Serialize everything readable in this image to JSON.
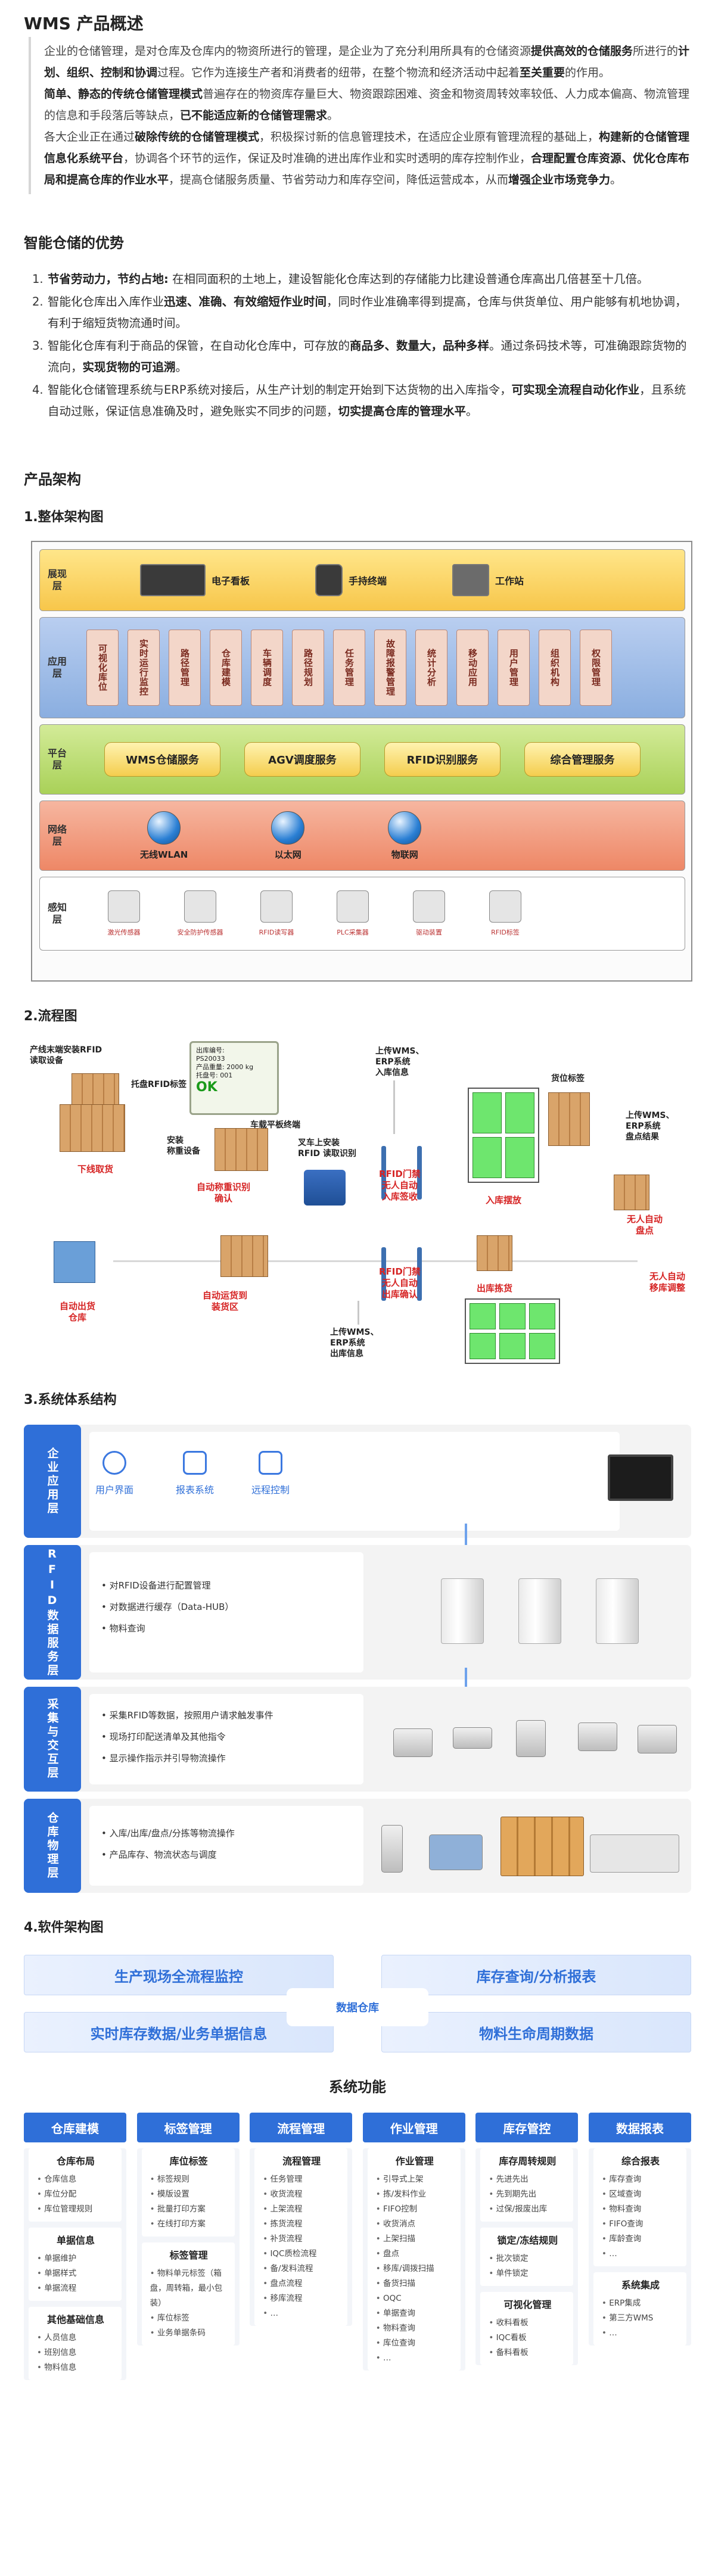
{
  "title": "WMS 产品概述",
  "overview": [
    [
      [
        "企业的仓储管理，是对仓库及仓库内的物资所进行的管理，是企业为了充分利用所具有的仓储资源",
        false
      ],
      [
        "提供高效的仓储服务",
        true
      ],
      [
        "所进行的",
        false
      ],
      [
        "计划、组织、控制和协调",
        true
      ],
      [
        "过程。它作为连接生产者和消费者的纽带，在整个物流和经济活动中起着",
        false
      ],
      [
        "至关重要",
        true
      ],
      [
        "的作用。",
        false
      ]
    ],
    [
      [
        "简单、静态的传统仓储管理模式",
        true
      ],
      [
        "普遍存在的物资库存量巨大、物资跟踪困难、资金和物资周转效率较低、人力成本偏高、物流管理的信息和手段落后等缺点，",
        false
      ],
      [
        "已不能适应新的仓储管理需求",
        true
      ],
      [
        "。",
        false
      ]
    ],
    [
      [
        "各大企业正在通过",
        false
      ],
      [
        "破除传统的仓储管理模式",
        true
      ],
      [
        "，积极探讨新的信息管理技术，在适应企业原有管理流程的基础上，",
        false
      ],
      [
        "构建新的仓储管理信息化系统平台",
        true
      ],
      [
        "，协调各个环节的运作，保证及时准确的进出库作业和实时透明的库存控制作业，",
        false
      ],
      [
        "合理配置仓库资源、优化仓库布局和提高仓库的作业水平",
        true
      ],
      [
        "，提高仓储服务质量、节省劳动力和库存空间，降低运营成本，从而",
        false
      ],
      [
        "增强企业市场竞争力",
        true
      ],
      [
        "。",
        false
      ]
    ]
  ],
  "advantages": {
    "heading": "智能仓储的优势",
    "items": [
      {
        "num": "1.",
        "parts": [
          [
            "节省劳动力，节约占地:",
            true
          ],
          [
            " 在相同面积的土地上，建设智能化仓库达到的存储能力比建设普通仓库高出几倍甚至十几倍。",
            false
          ]
        ]
      },
      {
        "num": "2.",
        "parts": [
          [
            "智能化仓库出入库作业",
            false
          ],
          [
            "迅速、准确、有效缩短作业时间",
            true
          ],
          [
            "，同时作业准确率得到提高，仓库与供货单位、用户能够有机地协调，有利于缩短货物流通时间。",
            false
          ]
        ]
      },
      {
        "num": "3.",
        "parts": [
          [
            "智能化仓库有利于商品的保管，在自动化仓库中，可存放的",
            false
          ],
          [
            "商品多、数量大，品种多样",
            true
          ],
          [
            "。通过条码技术等，可准确跟踪货物的流向，",
            false
          ],
          [
            "实现货物的可追溯",
            true
          ],
          [
            "。",
            false
          ]
        ]
      },
      {
        "num": "4.",
        "parts": [
          [
            "智能化仓储管理系统与ERP系统对接后，从生产计划的制定开始到下达货物的出入库指令，",
            false
          ],
          [
            "可实现全流程自动化作业",
            true
          ],
          [
            "，且系统自动过账，保证信息准确及时，避免账实不同步的问题，",
            false
          ],
          [
            "切实提高仓库的管理水平",
            true
          ],
          [
            "。",
            false
          ]
        ]
      }
    ]
  },
  "arch": {
    "heading": "产品架构",
    "sub1": "1.整体架构图",
    "sub2": "2.流程图",
    "sub3": "3.系统体系结构",
    "sub4": "4.软件架构图"
  },
  "d1": {
    "layers": {
      "display": "展现层",
      "app": "应用层",
      "platform": "平台层",
      "network": "网络层",
      "sense": "感知层"
    },
    "display_devices": [
      "电子看板",
      "手持终端",
      "工作站"
    ],
    "apps": [
      "可视化库位",
      "实时运行监控",
      "路径管理",
      "仓库建模",
      "车辆调度",
      "路径规划",
      "任务管理",
      "故障报警管理",
      "统计分析",
      "移动应用",
      "用户管理",
      "组织机构",
      "权限管理"
    ],
    "platform": [
      "WMS仓储服务",
      "AGV调度服务",
      "RFID识别服务",
      "综合管理服务"
    ],
    "network": [
      "无线WLAN",
      "以太网",
      "物联网"
    ],
    "sense": [
      "激光传感器",
      "安全防护传感器",
      "RFID读写器",
      "PLC采集器",
      "驱动装置",
      "RFID标签"
    ]
  },
  "d2": {
    "labels": {
      "rfid_line": "产线末端安装RFID\n读取设备",
      "pallet_tag": "托盘RFID标签",
      "screen": [
        "出库编号:",
        "PS20033",
        "产品重量: 2000 kg",
        "托盘号: 001",
        "OK"
      ],
      "vehicle_tablet": "车载平板终端",
      "weigh_device": "安装\n称重设备",
      "forklift_rfid": "叉车上安装\nRFID 读取识别",
      "upload_in": "上传WMS、\nERP系统\n入库信息",
      "shelf_tag": "货位标签",
      "upload_check": "上传WMS、\nERP系统\n盘点结果",
      "offline_pick": "下线取货",
      "auto_weigh": "自动称重识别\n确认",
      "rfid_gate_in": "RFID门禁\n无人自动\n入库签收",
      "put_in": "入库摆放",
      "unmanned_check": "无人自动\n盘点",
      "unmanned_move": "无人自动\n移库调整",
      "auto_ship": "自动出货\n仓库",
      "auto_ship_zone": "自动运货到\n装货区",
      "rfid_gate_out": "RFID门禁\n无人自动\n出库确认",
      "pick_ship": "出库拣货",
      "upload_out": "上传WMS、\nERP系统\n出库信息"
    }
  },
  "d3": {
    "rows": [
      {
        "side": "企业应用层",
        "icons": [
          "用户界面",
          "报表系统",
          "远程控制"
        ]
      },
      {
        "side": "RFID数据服务层",
        "bullets": [
          "对RFID设备进行配置管理",
          "对数据进行缓存（Data-HUB）",
          "物料查询"
        ]
      },
      {
        "side": "采集与交互层",
        "bullets": [
          "采集RFID等数据，按照用户请求触发事件",
          "现场打印配送清单及其他指令",
          "显示操作指示并引导物流操作"
        ]
      },
      {
        "side": "仓库物理层",
        "bullets": [
          "入库/出库/盘点/分拣等物流操作",
          "产品库存、物流状态与调度"
        ]
      }
    ]
  },
  "d4": {
    "top": [
      "生产现场全流程监控",
      "库存查询/分析报表",
      "实时库存数据/业务单据信息",
      "物料生命周期数据"
    ],
    "center": "数据仓库",
    "func_title": "系统功能",
    "columns": [
      {
        "head": "仓库建模",
        "groups": [
          {
            "title": "仓库布局",
            "items": [
              "仓库信息",
              "库位分配",
              "库位管理规则"
            ]
          },
          {
            "title": "单据信息",
            "items": [
              "单据维护",
              "单据样式",
              "单据流程"
            ]
          },
          {
            "title": "其他基础信息",
            "items": [
              "人员信息",
              "班别信息",
              "物料信息"
            ]
          }
        ]
      },
      {
        "head": "标签管理",
        "groups": [
          {
            "title": "库位标签",
            "items": [
              "标签规则",
              "模版设置",
              "批量打印方案",
              "在线打印方案"
            ]
          },
          {
            "title": "标签管理",
            "items": [
              "物料单元标签（箱盘，周转箱，最小包装）",
              "库位标签",
              "业务单据条码"
            ]
          }
        ]
      },
      {
        "head": "流程管理",
        "groups": [
          {
            "title": "流程管理",
            "items": [
              "任务管理",
              "收货流程",
              "上架流程",
              "拣货流程",
              "补货流程",
              "IQC质检流程",
              "备/发料流程",
              "盘点流程",
              "移库流程",
              "…"
            ]
          }
        ]
      },
      {
        "head": "作业管理",
        "groups": [
          {
            "title": "作业管理",
            "items": [
              "引导式上架",
              "拣/发料作业",
              "FIFO控制",
              "收货消点",
              "上架扫描",
              "盘点",
              "移库/调拨扫描",
              "备货扫描",
              "OQC",
              "单据查询",
              "物料查询",
              "库位查询",
              "…"
            ]
          }
        ]
      },
      {
        "head": "库存管控",
        "groups": [
          {
            "title": "库存周转规则",
            "items": [
              "先进先出",
              "先到期先出",
              "过保/报废出库"
            ]
          },
          {
            "title": "锁定/冻结规则",
            "items": [
              "批次锁定",
              "单件锁定"
            ]
          },
          {
            "title": "可视化管理",
            "items": [
              "收料看板",
              "IQC看板",
              "备料看板"
            ]
          }
        ]
      },
      {
        "head": "数据报表",
        "groups": [
          {
            "title": "综合报表",
            "items": [
              "库存查询",
              "区域查询",
              "物料查询",
              "FIFO查询",
              "库龄查询",
              "…"
            ]
          },
          {
            "title": "系统集成",
            "items": [
              "ERP集成",
              "第三方WMS",
              "…"
            ]
          }
        ]
      }
    ]
  }
}
